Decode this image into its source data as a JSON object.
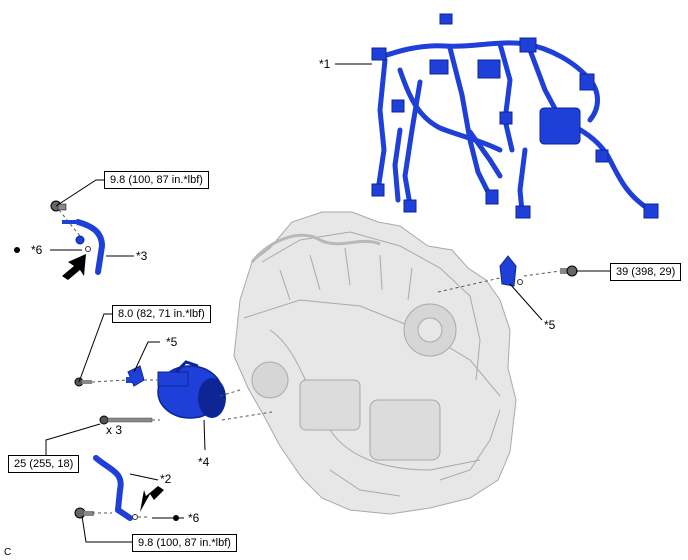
{
  "colors": {
    "part_blue": "#1f3fd9",
    "part_blue_dark": "#0e2596",
    "engine_gray": "#e7e7e7",
    "engine_line": "#a9a9a9",
    "leader": "#000000"
  },
  "callouts": {
    "c1": "*1",
    "c2": "*2",
    "c3": "*3",
    "c4": "*4",
    "c5_left": "*5",
    "c5_right": "*5",
    "c6_top": "*6",
    "c6_bottom": "*6"
  },
  "torque_specs": {
    "top_left": "9.8 (100, 87 in.*lbf)",
    "mid_left": "8.0 (82, 71 in.*lbf)",
    "bolt_x3": "25 (255, 18)",
    "right_bracket": "39 (398, 29)",
    "bottom": "9.8 (100, 87 in.*lbf)"
  },
  "quantity": "x 3",
  "corner_letter": "C",
  "icons": {
    "bullet": "non-reusable-part-bullet",
    "arrow": "installation-direction-arrow"
  }
}
